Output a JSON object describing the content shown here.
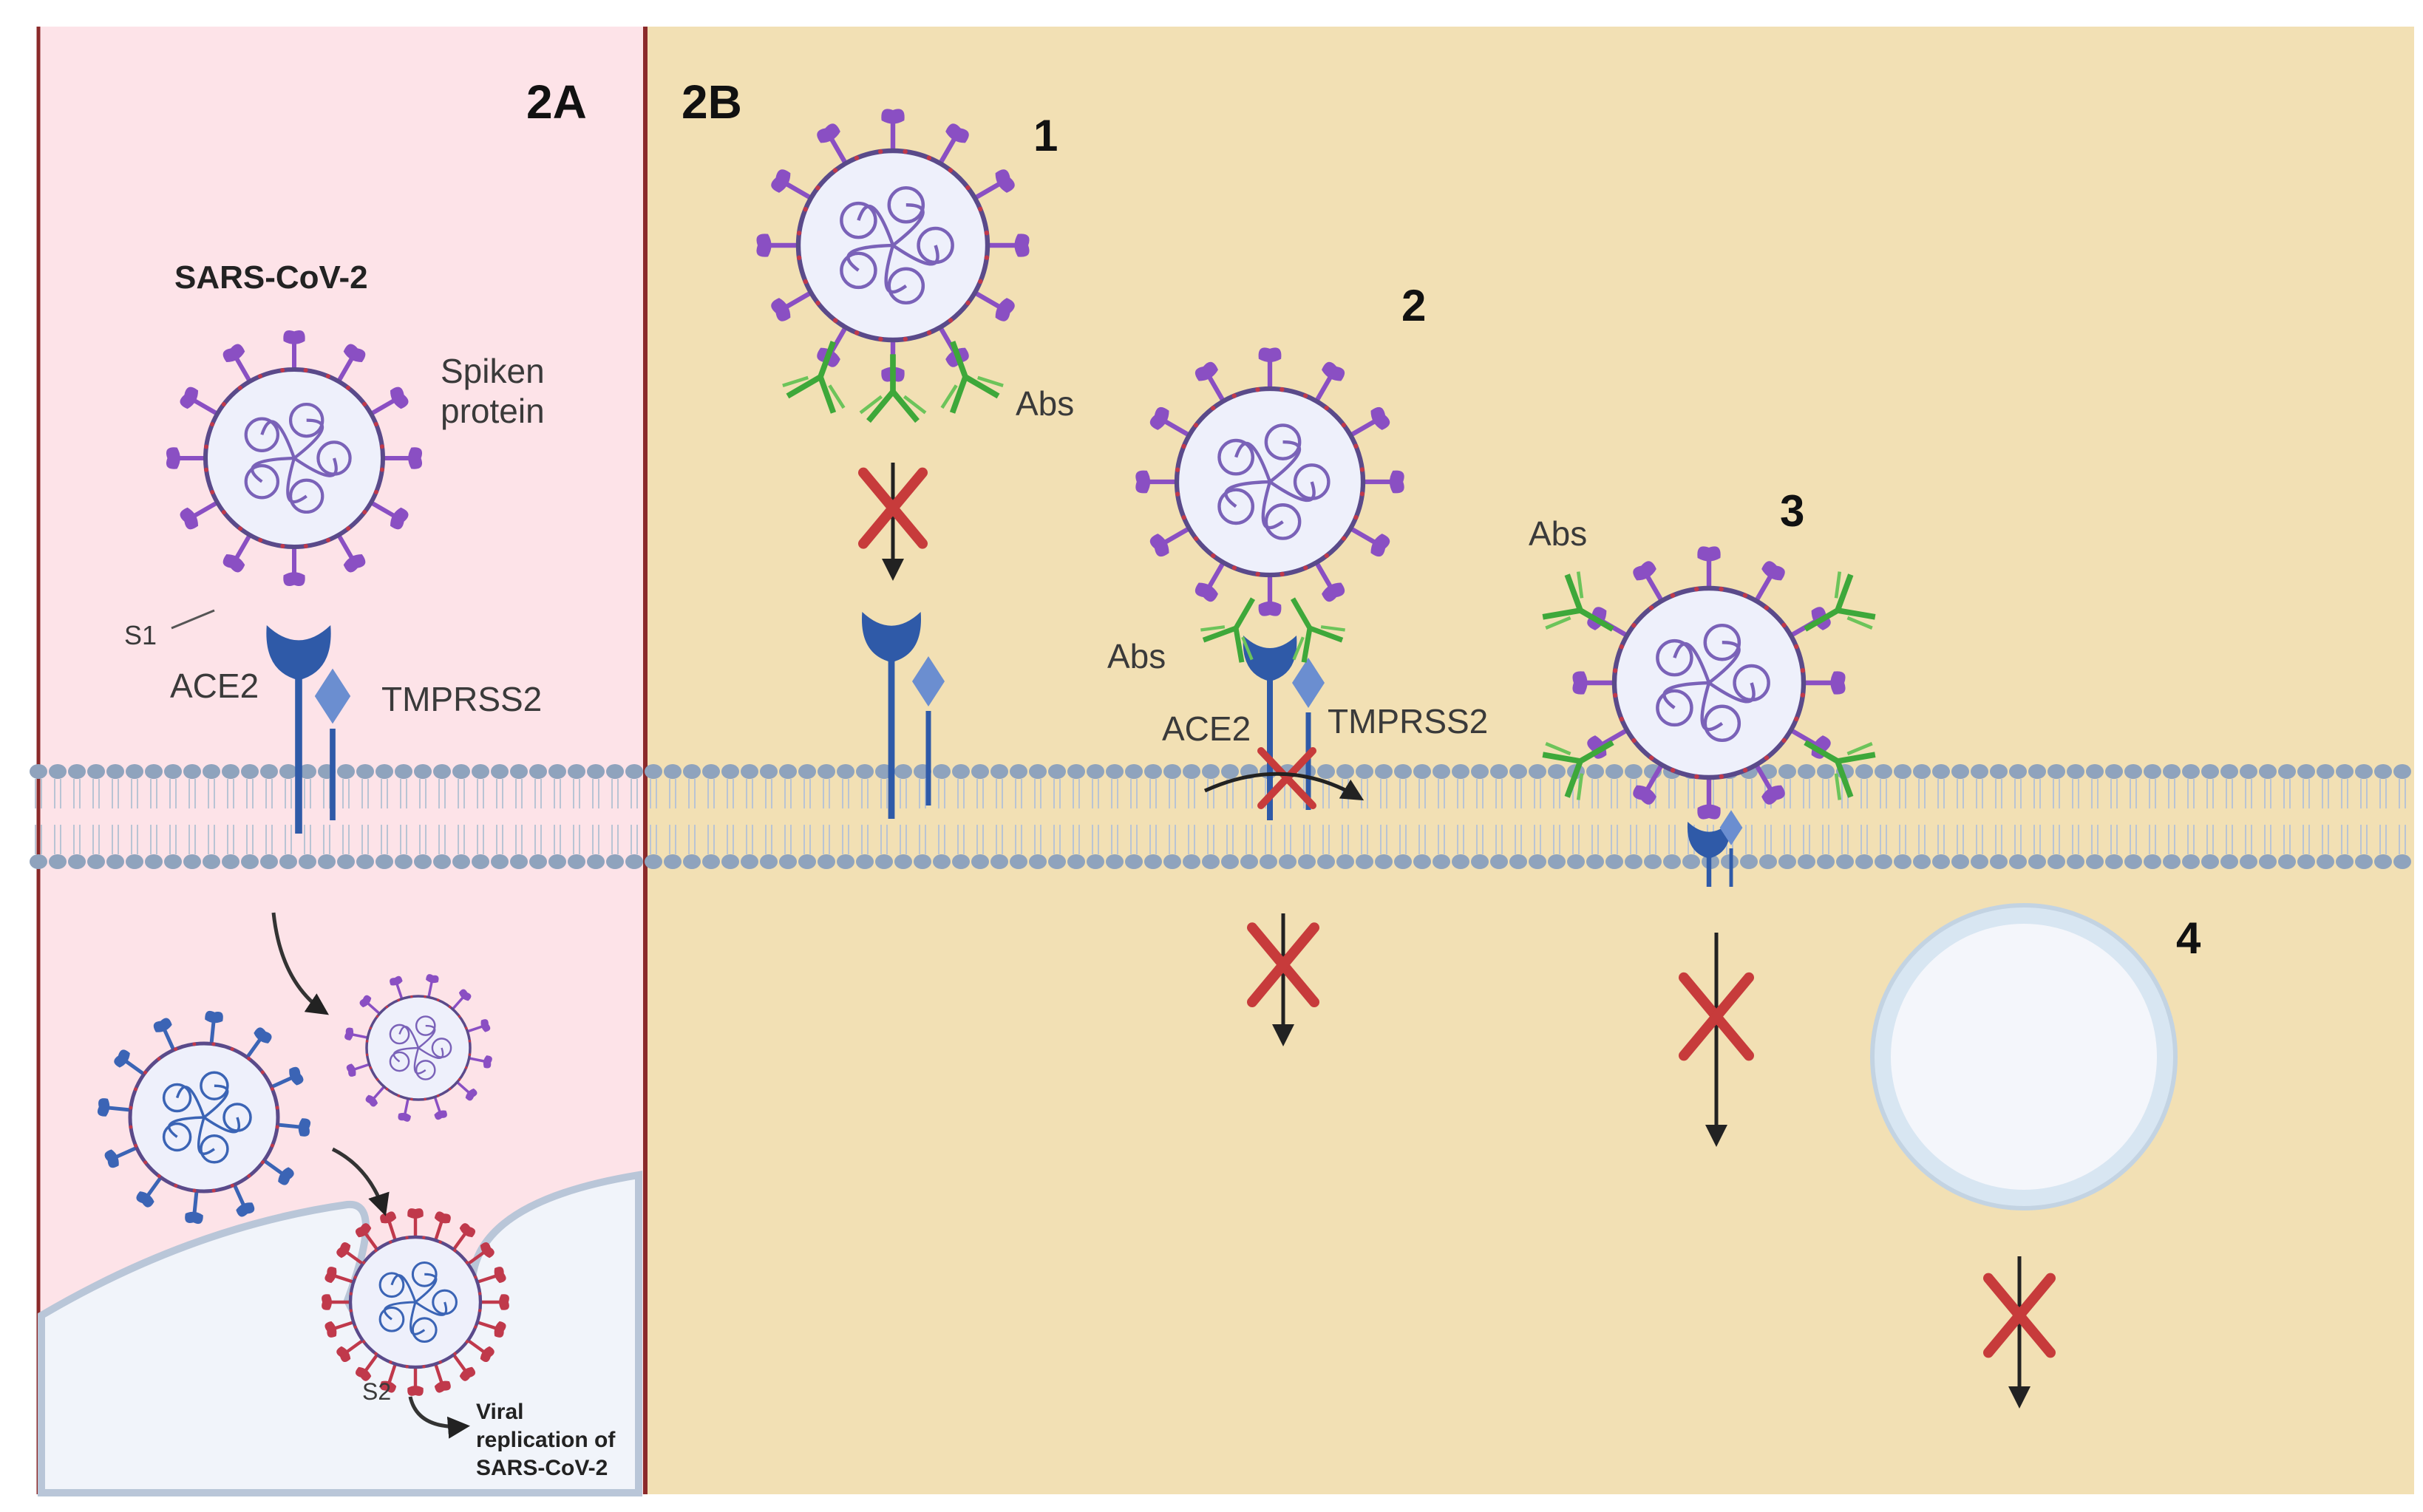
{
  "panel_a": {
    "label": "2A",
    "virus_title": "SARS-CoV-2",
    "spike_label_line1": "Spiken",
    "spike_label_line2": "protein",
    "s1_label": "S1",
    "ace2_label": "ACE2",
    "tmprss2_label": "TMPRSS2",
    "s2_label": "S2",
    "replication_line1": "Viral",
    "replication_line2": "replication of",
    "replication_line3": "SARS-CoV-2"
  },
  "panel_b": {
    "label": "2B",
    "steps": [
      {
        "number": "1",
        "abs_label": "Abs"
      },
      {
        "number": "2",
        "abs_label": "Abs",
        "ace2_label": "ACE2",
        "tmprss2_label": "TMPRSS2"
      },
      {
        "number": "3",
        "abs_label": "Abs"
      },
      {
        "number": "4"
      }
    ]
  },
  "colors": {
    "panel_a_bg": "#fde3e8",
    "panel_b_bg": "#f2e0b4",
    "divider": "#8b2a2a",
    "membrane": "#8fa3bd",
    "virus_spike_purple": "#8a4fc3",
    "virus_spike_blue": "#3b64b5",
    "antibody_green": "#3ea83a",
    "receptor_blue": "#2f5aa8",
    "block_red": "#c73b3b",
    "cell_bg": "#f1f4fa"
  }
}
